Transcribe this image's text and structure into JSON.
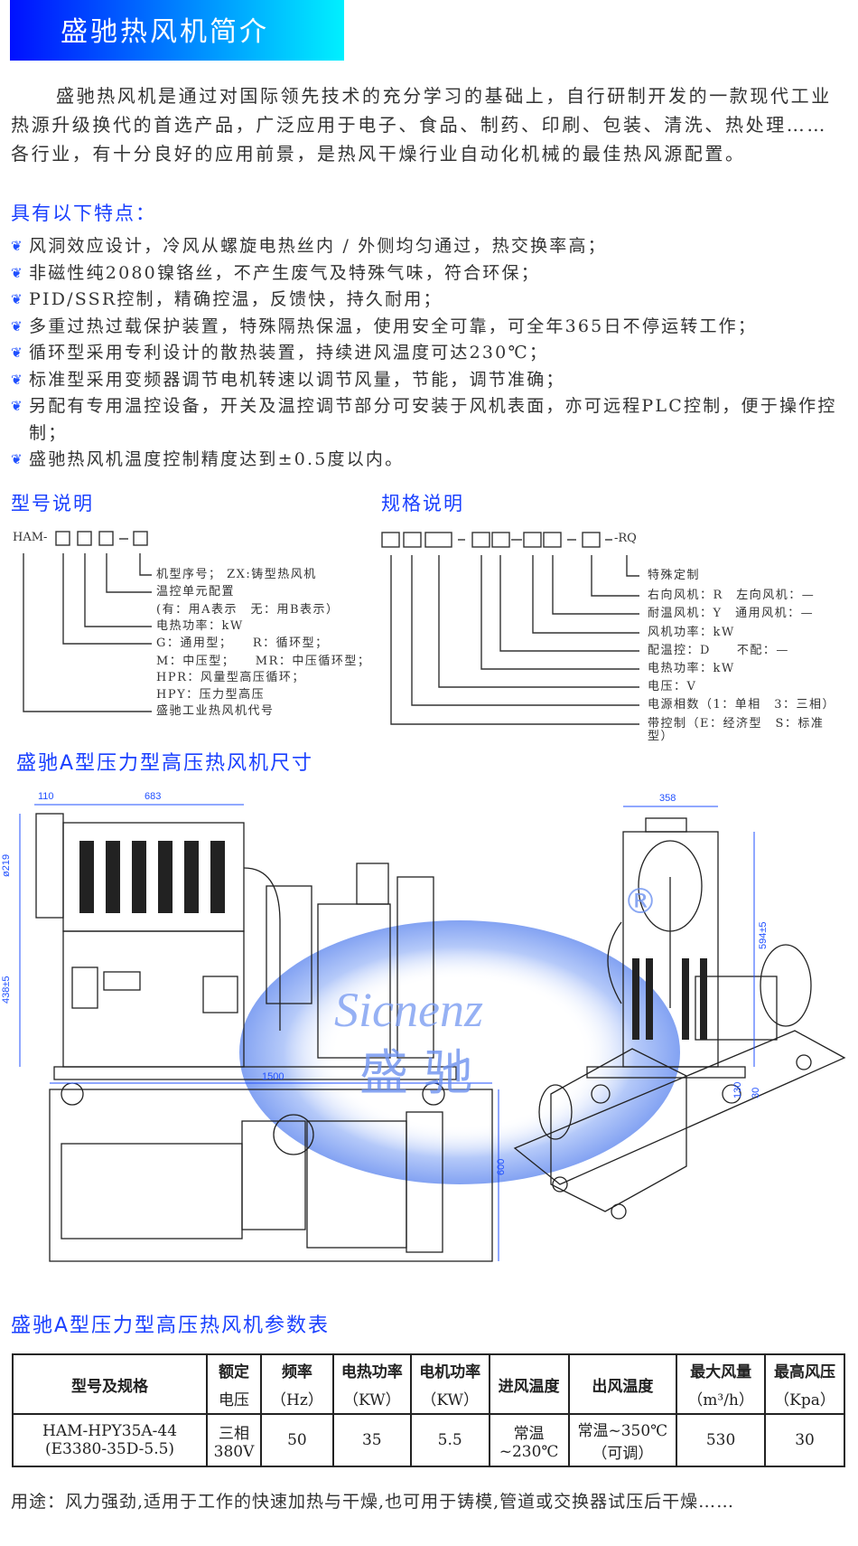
{
  "header": {
    "title": "盛驰热风机简介"
  },
  "intro": "盛驰热风机是通过对国际领先技术的充分学习的基础上，自行研制开发的一款现代工业热源升级换代的首选产品，广泛应用于电子、食品、制药、印刷、包装、清洗、热处理……各行业，有十分良好的应用前景，是热风干燥行业自动化机械的最佳热风源配置。",
  "features": {
    "title": "具有以下特点：",
    "bullet_icon": "blue-swirl-bullet",
    "items": [
      "风洞效应设计，冷风从螺旋电热丝内 / 外侧均匀通过，热交换率高；",
      "非磁性纯2080镍铬丝，不产生废气及特殊气味，符合环保；",
      "PID/SSR控制，精确控温，反馈快，持久耐用；",
      "多重过热过载保护装置，特殊隔热保温，使用安全可靠，可全年365日不停运转工作；",
      "循环型采用专利设计的散热装置，持续进风温度可达230℃；",
      "标准型采用变频器调节电机转速以调节风量，节能，调节准确；",
      "另配有专用温控设备，开关及温控调节部分可安装于风机表面，亦可远程PLC控制，便于操作控制；",
      "盛驰热风机温度控制精度达到±0.5度以内。"
    ]
  },
  "model": {
    "title": "型号说明",
    "prefix": "HAM-",
    "labels": [
      "机型序号； ZX:铸型热风机",
      "温控单元配置",
      "(有：用A表示　无：用B表示）",
      "电热功率：kW",
      "G：通用型；　　R：循环型；",
      "M：中压型；　　MR：中压循环型；",
      "HPR：风量型高压循环；",
      "HPY：压力型高压",
      "盛驰工业热风机代号"
    ]
  },
  "spec": {
    "title": "规格说明",
    "suffix": "-RQ",
    "labels": [
      "特殊定制",
      "右向风机：R　左向风机：—",
      "耐温风机：Y　通用风机：—",
      "风机功率：kW",
      "配温控：D　　不配：—",
      "电热功率：kW",
      "电压：V",
      "电源相数（1：单相　3：三相）",
      "带控制（E：经济型　S：标准",
      "型）"
    ]
  },
  "drawing": {
    "title": "盛驰A型压力型高压热风机尺寸",
    "dims": [
      "110",
      "683",
      "ø219",
      "438±5",
      "358",
      "594±5",
      "130",
      "30",
      "1500",
      "600"
    ],
    "watermark": {
      "brand": "Sicnenz",
      "cn": "盛驰",
      "mark": "®"
    }
  },
  "table": {
    "title": "盛驰A型压力型高压热风机参数表",
    "headers": [
      [
        "型号及规格",
        ""
      ],
      [
        "额定",
        "电压"
      ],
      [
        "频率",
        "（Hz）"
      ],
      [
        "电热功率",
        "（KW）"
      ],
      [
        "电机功率",
        "（KW）"
      ],
      [
        "进风温度",
        ""
      ],
      [
        "出风温度",
        ""
      ],
      [
        "最大风量",
        "（m³/h）"
      ],
      [
        "最高风压",
        "（Kpa）"
      ]
    ],
    "row": [
      [
        "HAM-HPY35A-44",
        "(E3380-35D-5.5)"
      ],
      [
        "三相",
        "380V"
      ],
      [
        "50",
        ""
      ],
      [
        "35",
        ""
      ],
      [
        "5.5",
        ""
      ],
      [
        "常温",
        "~230℃"
      ],
      [
        "常温~350℃",
        "（可调）"
      ],
      [
        "530",
        ""
      ],
      [
        "30",
        ""
      ]
    ]
  },
  "usage": "用途：风力强劲,适用于工作的快速加热与干燥,也可用于铸模,管道或交换器试压后干燥……"
}
